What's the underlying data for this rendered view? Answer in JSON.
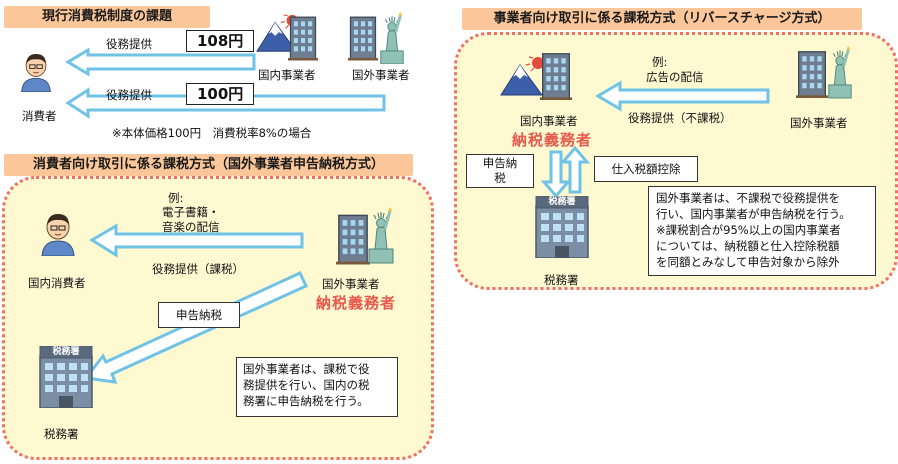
{
  "section_current": {
    "title": "現行消費税制度の課題",
    "consumer_label": "消費者",
    "domestic_label": "国内事業者",
    "foreign_label": "国外事業者",
    "arrow1_label": "役務提供",
    "arrow2_label": "役務提供",
    "price1": "108円",
    "price2": "100円",
    "note": "※本体価格100円　消費税率8%の場合"
  },
  "section_b2c": {
    "title": "消費者向け取引に係る課税方式（国外事業者申告納税方式）",
    "example": "例:",
    "example_items": [
      "電子書籍・",
      "音楽の配信"
    ],
    "service_label": "役務提供（課税）",
    "consumer_label": "国内消費者",
    "foreign_label": "国外事業者",
    "taxpayer_label": "納税義務者",
    "filing_label": "申告納税",
    "tax_office_label": "税務署",
    "office_sign": "税務署",
    "explanation": [
      "国外事業者は、課税で役",
      "務提供を行い、国内の税",
      "務署に申告納税を行う。"
    ]
  },
  "section_b2b": {
    "title": "事業者向け取引に係る課税方式（リバースチャージ方式）",
    "example": "例:",
    "example_item": "広告の配信",
    "service_label": "役務提供（不課税）",
    "domestic_label": "国内事業者",
    "taxpayer_label": "納税義務者",
    "foreign_label": "国外事業者",
    "filing_label": [
      "申告納",
      "税"
    ],
    "deduction_label": "仕入税額控除",
    "tax_office_label": "税務署",
    "office_sign": "税務署",
    "explanation": [
      "国外事業者は、不課税で役務提供を",
      "行い、国内事業者が申告納税を行う。",
      "※課税割合が95%以上の国内事業者",
      "については、納税額と仕入控除税額",
      "を同額とみなして申告対象から除外"
    ]
  },
  "colors": {
    "title_bg": "#fbc79a",
    "panel_bg": "#fff9d2",
    "panel_border": "#ee6f6f",
    "arrow": "#6fc3e6",
    "taxpayer_red": "#e8584b"
  }
}
